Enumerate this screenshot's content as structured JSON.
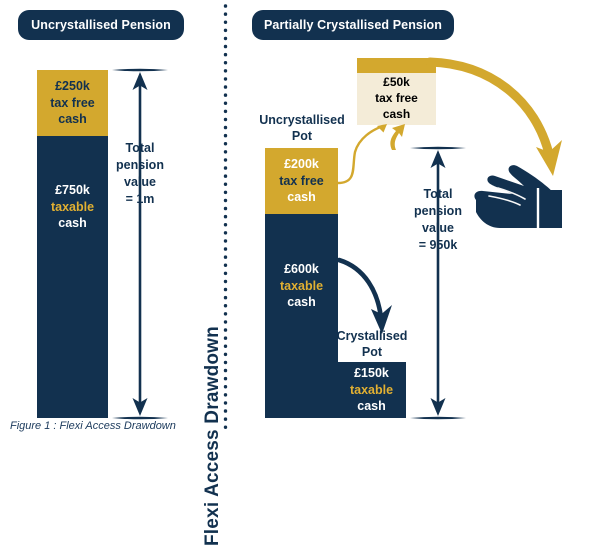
{
  "figure": {
    "title": "Flexi Access Drawdown",
    "caption": "Figure 1 : Flexi Access Drawdown"
  },
  "colors": {
    "navy": "#12314f",
    "gold": "#d3a82e",
    "gold_text": "#e1b032",
    "cream": "#f4ecd8",
    "white": "#ffffff"
  },
  "panels": {
    "left": {
      "header": "Uncrystallised Pension",
      "bars": [
        {
          "amount": "£250k",
          "line2": "tax free",
          "line3": "cash",
          "fill": "gold"
        },
        {
          "amount": "£750k",
          "line2": "taxable",
          "line3": "cash",
          "fill": "navy"
        }
      ],
      "measure": {
        "line1": "Total",
        "line2": "pension",
        "line3": "value",
        "line4": "= 1m"
      }
    },
    "right": {
      "header": "Partially Crystallised Pension",
      "uncrystallised_label_l1": "Uncrystallised",
      "uncrystallised_label_l2": "Pot",
      "crystallised_label_l1": "Crystallised",
      "crystallised_label_l2": "Pot",
      "bars": [
        {
          "amount": "£200k",
          "line2": "tax free",
          "line3": "cash",
          "fill": "gold"
        },
        {
          "amount": "£600k",
          "line2": "taxable",
          "line3": "cash",
          "fill": "navy"
        }
      ],
      "crystallised_pot": {
        "amount": "£150k",
        "line2": "taxable",
        "line3": "cash",
        "fill": "navy"
      },
      "tax_free_cash_box": {
        "amount": "£50k",
        "line2": "tax free",
        "line3": "cash",
        "fill": "cream"
      },
      "measure": {
        "line1": "Total",
        "line2": "pension",
        "line3": "value",
        "line4": "= 950k"
      }
    }
  },
  "icons": {
    "hand": "open-hand-icon",
    "divider": "dotted-vertical-divider"
  }
}
